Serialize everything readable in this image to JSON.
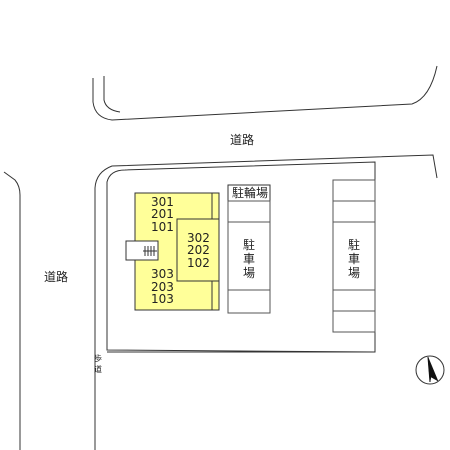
{
  "map": {
    "road_top_label": "道路",
    "road_left_label": "道路",
    "sidewalk_label": [
      "歩",
      "道"
    ],
    "bike_parking_label": "駐輪場",
    "parking_left_label": [
      "駐",
      "車",
      "場"
    ],
    "parking_right_label": [
      "駐",
      "車",
      "場"
    ],
    "units_left_top": [
      "301",
      "201",
      "101"
    ],
    "units_right": [
      "302",
      "202",
      "102"
    ],
    "units_left_bottom": [
      "303",
      "203",
      "103"
    ],
    "building_color": "#ffff99",
    "north_icon": "north-arrow-icon"
  }
}
